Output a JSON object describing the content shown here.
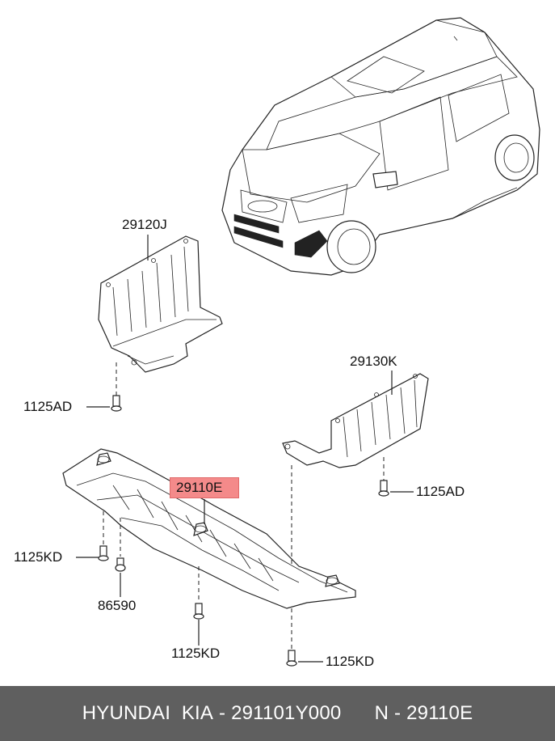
{
  "callouts": {
    "p29120j": "29120J",
    "p29130k": "29130K",
    "p29110e": "29110E",
    "ad_left": "1125AD",
    "ad_right": "1125AD",
    "kd_left": "1125KD",
    "kd_center": "1125KD",
    "kd_right": "1125KD",
    "p86590": "86590"
  },
  "highlight_color": "#f48a8a",
  "footer": {
    "brand": "HYUNDAI  KIA",
    "part_number": "291101Y000",
    "ref": "N - 29110E",
    "separator": " - "
  }
}
